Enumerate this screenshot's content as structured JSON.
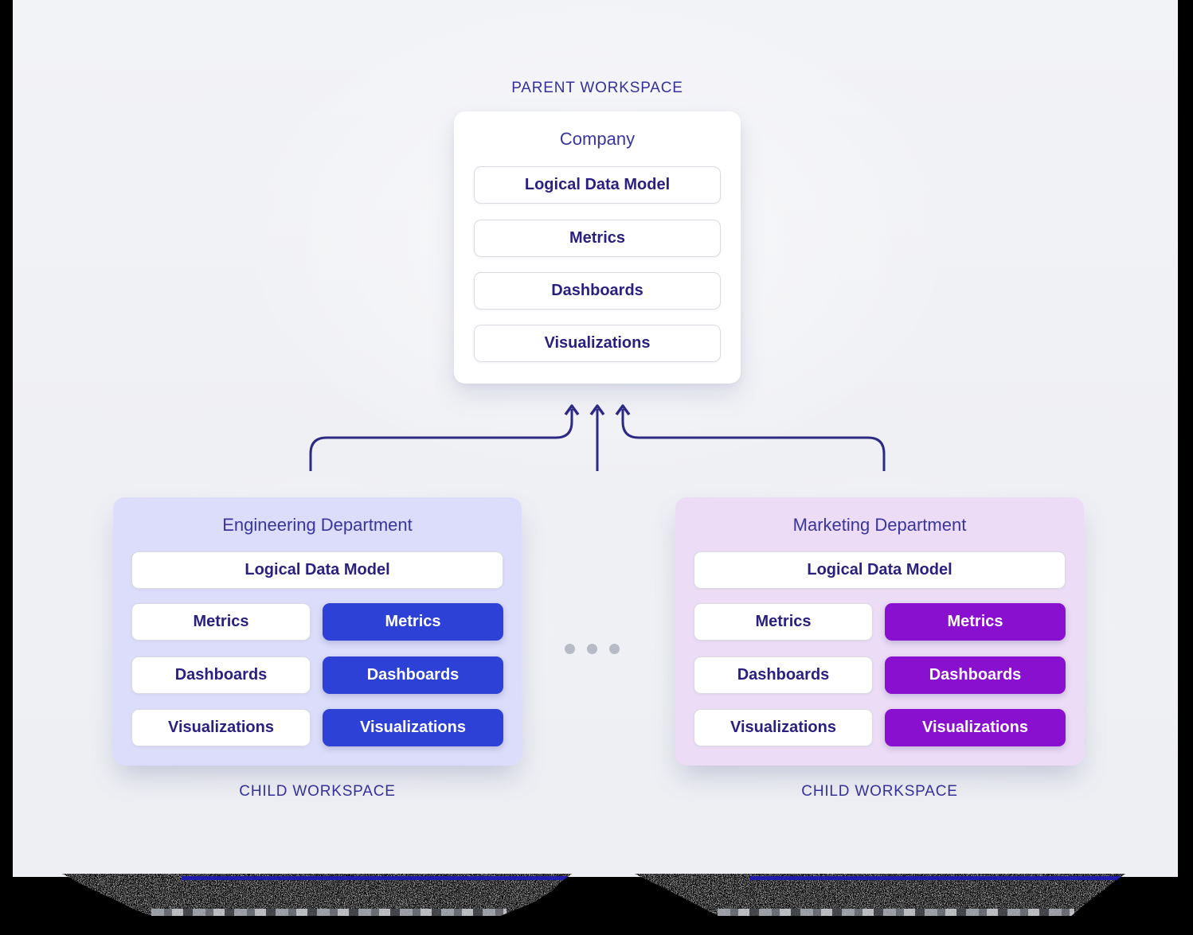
{
  "colors": {
    "page_background": "#f0f1f5",
    "frame_black": "#000000",
    "button_text_indigo": "#2a2080",
    "label_indigo": "#34319a",
    "title_indigo": "#39359c",
    "arrow_indigo": "#2c2a82",
    "dot_gray": "#b6bbc6",
    "engineering_accent_blue": "#2e41d7",
    "engineering_card_bg": "#dcddfa",
    "marketing_accent_purple": "#8a10d0",
    "marketing_card_bg": "#ecdcf6",
    "corruption_blue_line": "#1d17b8"
  },
  "parent_workspace": {
    "label": "PARENT WORKSPACE",
    "title": "Company",
    "items": [
      "Logical Data Model",
      "Metrics",
      "Dashboards",
      "Visualizations"
    ]
  },
  "child_workspaces": [
    {
      "title": "Engineering Department",
      "label": "CHILD WORKSPACE",
      "card_color": "#dcddfa",
      "accent_color": "#2e41d7",
      "full_width_item": "Logical Data Model",
      "inherited_items": [
        "Metrics",
        "Dashboards",
        "Visualizations"
      ],
      "own_items": [
        "Metrics",
        "Dashboards",
        "Visualizations"
      ]
    },
    {
      "title": "Marketing Department",
      "label": "CHILD WORKSPACE",
      "card_color": "#ecdcf6",
      "accent_color": "#8a10d0",
      "full_width_item": "Logical Data Model",
      "inherited_items": [
        "Metrics",
        "Dashboards",
        "Visualizations"
      ],
      "own_items": [
        "Metrics",
        "Dashboards",
        "Visualizations"
      ]
    }
  ],
  "more_workspaces_indicator": {
    "dot_count": 3
  }
}
